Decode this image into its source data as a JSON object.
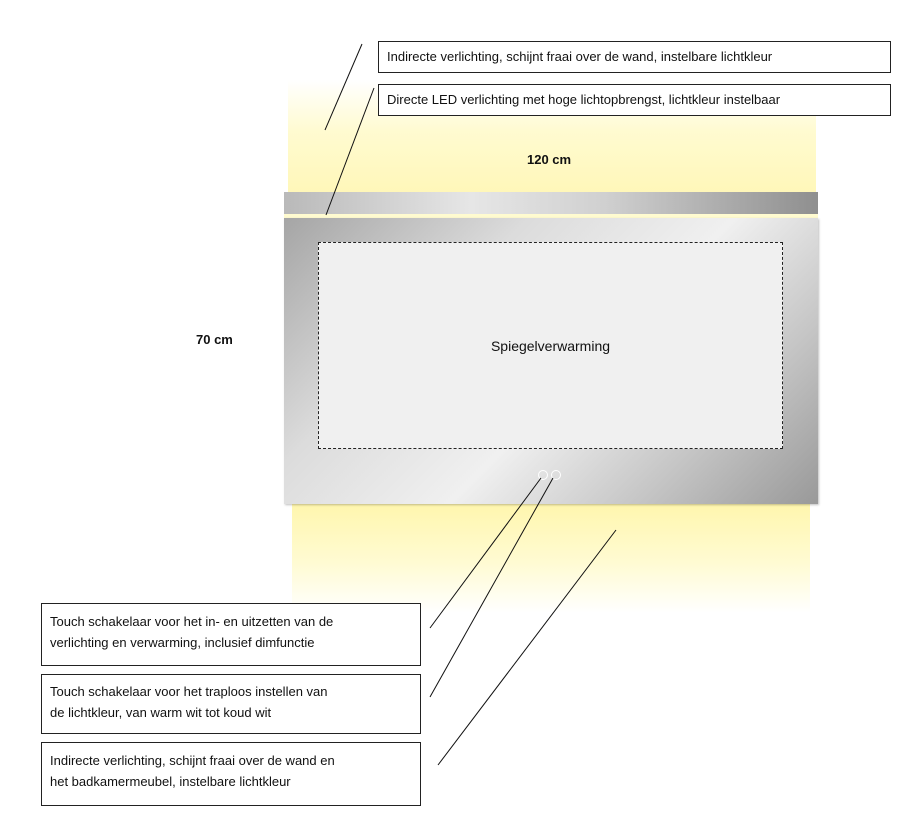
{
  "dimensions": {
    "width_label": "120 cm",
    "height_label": "70 cm"
  },
  "mirror": {
    "heating_label": "Spiegelverwarming"
  },
  "callouts": {
    "indirect_top": "Indirecte verlichting, schijnt fraai over de wand, instelbare lichtkleur",
    "direct_led": "Directe LED verlichting met hoge lichtopbrengst, lichtkleur instelbaar",
    "touch_power_line1": "Touch schakelaar voor het in- en uitzetten van de",
    "touch_power_line2": "verlichting en verwarming, inclusief dimfunctie",
    "touch_color_line1": "Touch schakelaar voor het traploos instellen van",
    "touch_color_line2": "de lichtkleur, van warm wit tot koud wit",
    "indirect_bottom_line1": "Indirecte verlichting, schijnt fraai over de wand en",
    "indirect_bottom_line2": "het badkamermeubel, instelbare lichtkleur"
  },
  "colors": {
    "glow": "#fff7b8",
    "led_line": "#fffbd0",
    "mirror_light": "#f0f0f0",
    "mirror_dark": "#999999"
  }
}
